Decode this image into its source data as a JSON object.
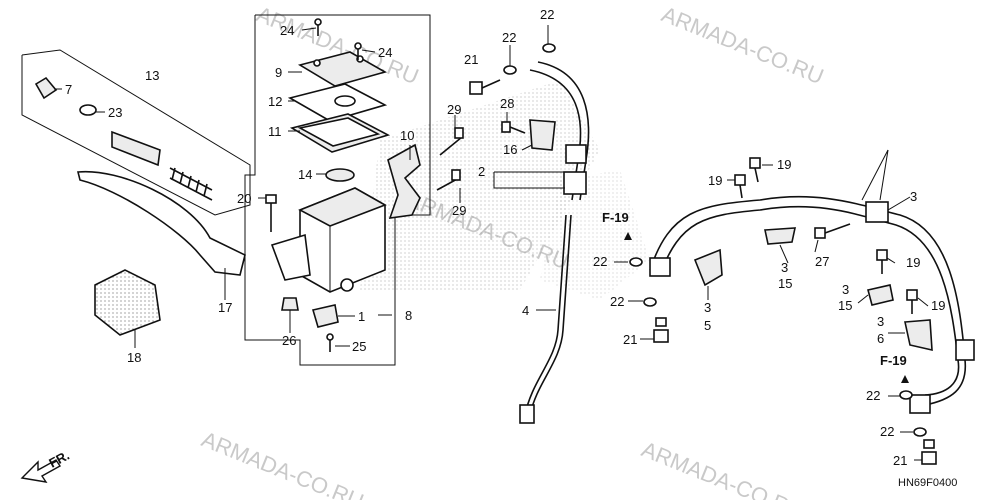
{
  "labels": {
    "l24a": "24",
    "l24b": "24",
    "l9": "9",
    "l12": "12",
    "l11": "11",
    "l14": "14",
    "l13": "13",
    "l7": "7",
    "l23": "23",
    "l17": "17",
    "l18": "18",
    "l20": "20",
    "l26": "26",
    "l1": "1",
    "l25": "25",
    "l8": "8",
    "l10": "10",
    "l29a": "29",
    "l29b": "29",
    "l21a": "21",
    "l22a": "22",
    "l22b": "22",
    "l28": "28",
    "l16": "16",
    "l2": "2",
    "l4": "4",
    "l19a": "19",
    "l19b": "19",
    "l3a": "3",
    "l15a": "15",
    "l27": "27",
    "l3b": "3",
    "l5": "5",
    "l22c": "22",
    "l22d": "22",
    "l21b": "21",
    "l3c": "3",
    "l15b": "15",
    "l19c": "19",
    "l19d": "19",
    "l3d": "3",
    "l6": "6",
    "l22e": "22",
    "l22f": "22",
    "l21c": "21"
  },
  "refs": {
    "f19a": "F-19",
    "f19b": "F-19"
  },
  "front_arrow": "FR.",
  "diagram_code": "HN69F0400",
  "watermark": "ARMADA-CO.RU"
}
